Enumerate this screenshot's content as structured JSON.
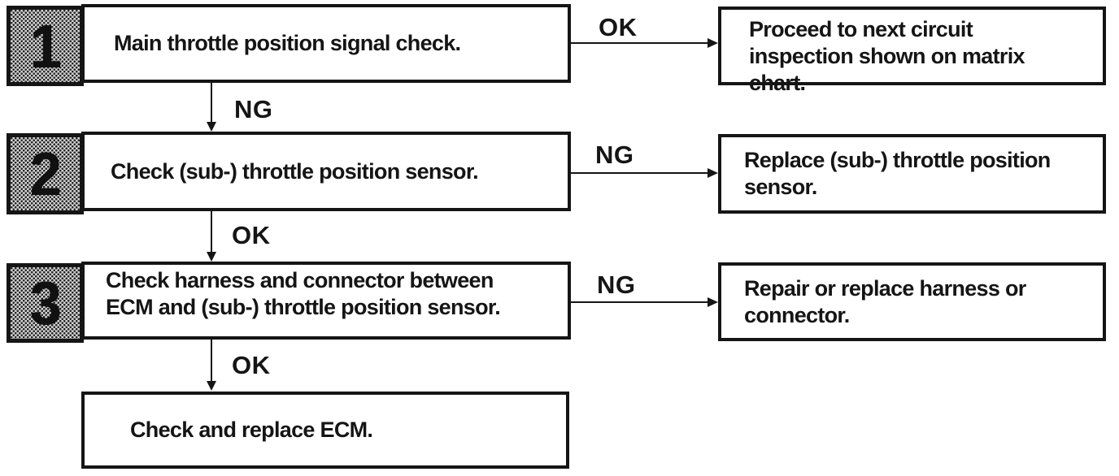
{
  "flowchart": {
    "kind": "diagnostic-troubleshooting-flowchart",
    "colors": {
      "ink": "#151515",
      "paper": "#ffffff",
      "number_block_fill": "#cfcfcf"
    },
    "steps": [
      {
        "number": "1",
        "label": "Main throttle position signal check.",
        "branch": {
          "condition": "OK",
          "action": "Proceed to next circuit inspection shown on matrix chart."
        },
        "down": {
          "condition": "NG"
        }
      },
      {
        "number": "2",
        "label": "Check (sub-) throttle position sensor.",
        "branch": {
          "condition": "NG",
          "action": "Replace (sub-) throttle position sensor."
        },
        "down": {
          "condition": "OK"
        }
      },
      {
        "number": "3",
        "label": "Check harness and connector between ECM and (sub-) throttle position sensor.",
        "branch": {
          "condition": "NG",
          "action": "Repair or replace harness or connector."
        },
        "down": {
          "condition": "OK"
        }
      },
      {
        "label": "Check and replace ECM."
      }
    ]
  }
}
